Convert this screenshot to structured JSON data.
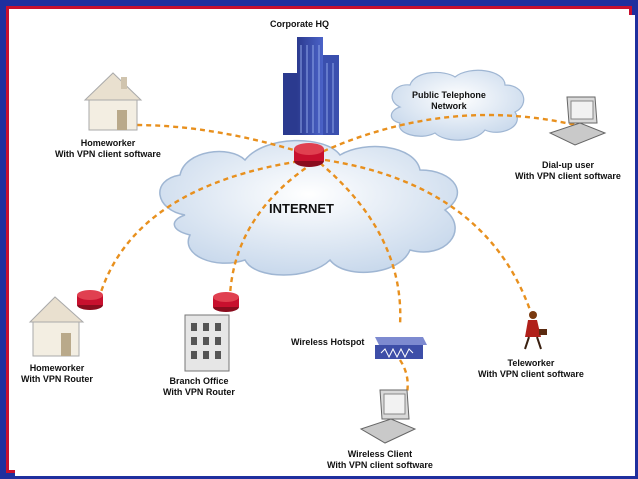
{
  "nodes": {
    "corporate_hq": {
      "title": "Corporate HQ"
    },
    "internet": {
      "title": "INTERNET"
    },
    "pstn": {
      "line1": "Public Telephone",
      "line2": "Network"
    },
    "homeworker_vpn_client": {
      "line1": "Homeworker",
      "line2": "With VPN client software"
    },
    "dialup_user": {
      "line1": "Dial-up user",
      "line2": "With VPN client software"
    },
    "homeworker_vpn_router": {
      "line1": "Homeworker",
      "line2": "With VPN Router"
    },
    "branch_office": {
      "line1": "Branch Office",
      "line2": "With VPN Router"
    },
    "wireless_hotspot": {
      "title": "Wireless Hotspot"
    },
    "teleworker": {
      "line1": "Teleworker",
      "line2": "With VPN client software"
    },
    "wireless_client": {
      "line1": "Wireless Client",
      "line2": "With VPN client software"
    }
  },
  "colors": {
    "link": "#e8901e",
    "cloud": "#dde8f4",
    "router": "#c8102e",
    "frame_blue": "#1f2f9e",
    "frame_red": "#c8102e"
  }
}
